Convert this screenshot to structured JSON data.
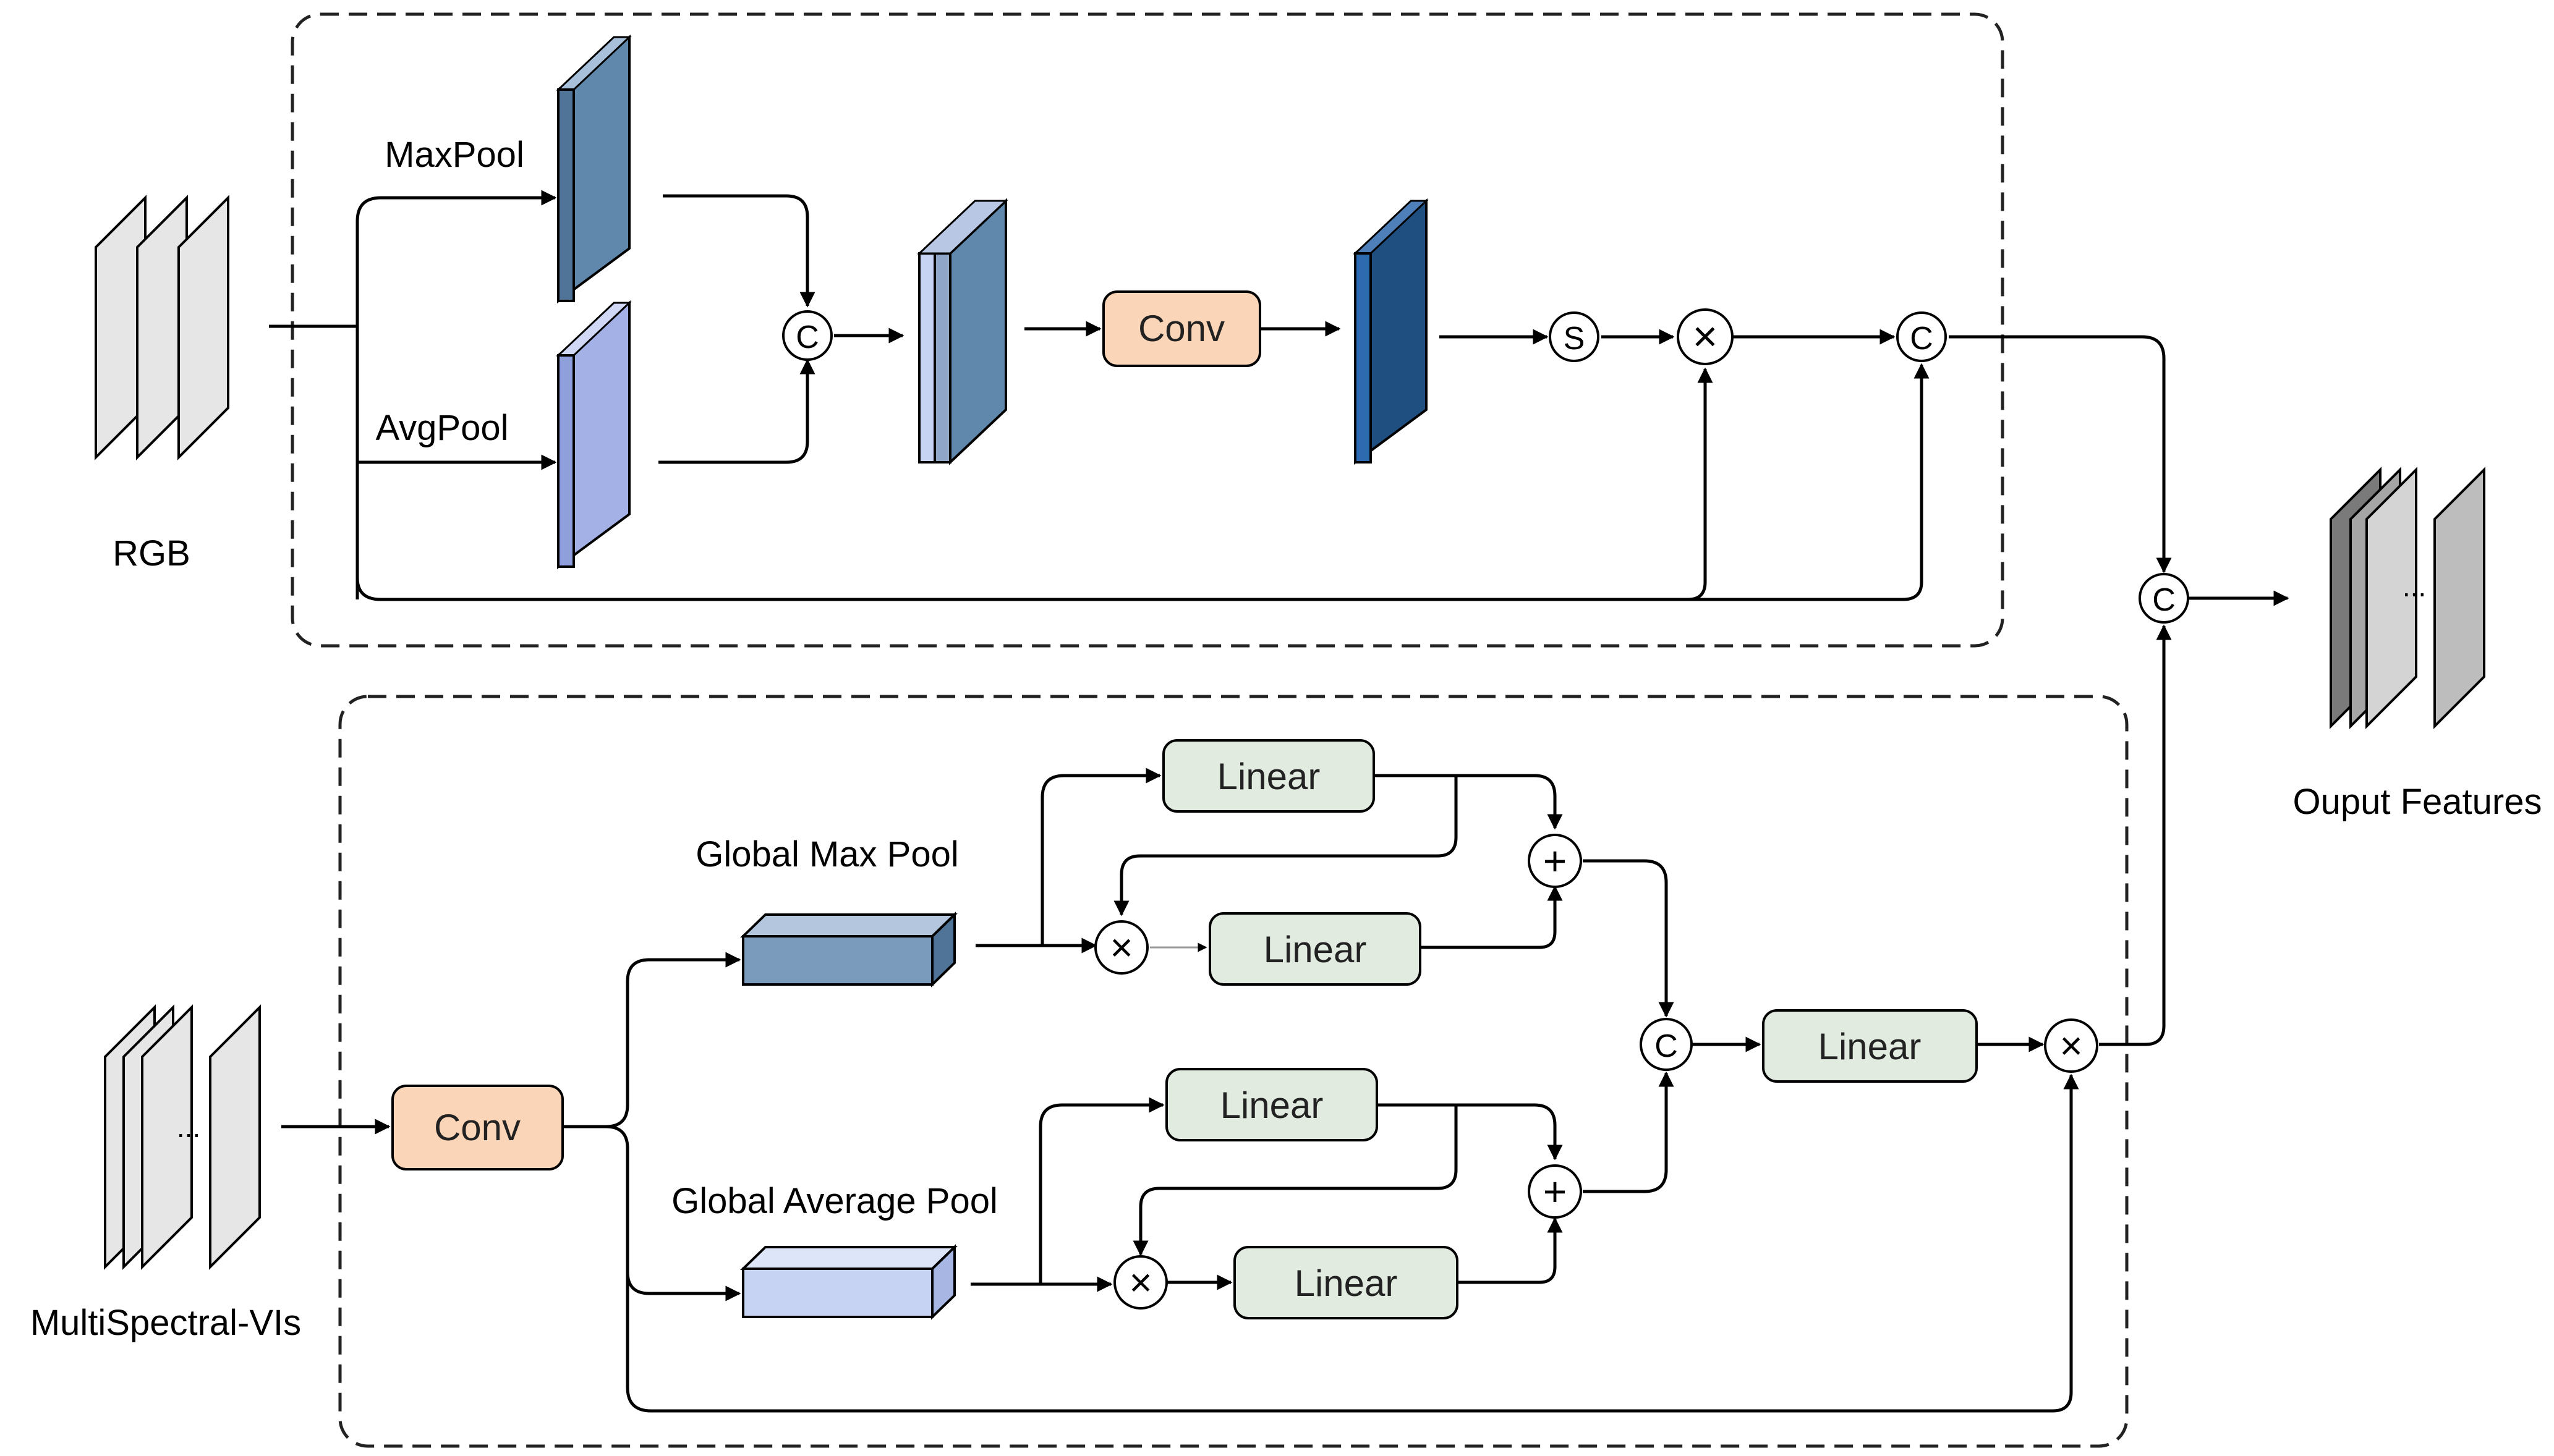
{
  "labels": {
    "rgb": "RGB",
    "multispectral": "MultiSpectral-VIs",
    "maxpool": "MaxPool",
    "avgpool": "AvgPool",
    "global_max_pool": "Global Max Pool",
    "global_avg_pool": "Global Average Pool",
    "output_features": "Ouput Features",
    "ellipsis": "..."
  },
  "blocks": {
    "conv_rgb": "Conv",
    "conv_ms": "Conv",
    "linear_max_top": "Linear",
    "linear_max_bottom": "Linear",
    "linear_avg_top": "Linear",
    "linear_avg_bottom": "Linear",
    "linear_fusion": "Linear"
  },
  "operators": {
    "concat": "C",
    "sigmoid": "S",
    "multiply": "×",
    "add": "+"
  },
  "colors": {
    "conv_fill": "#fbd5b8",
    "linear_fill": "#e1ebe0",
    "maxpool_feature": "#6088ad",
    "avgpool_feature": "#a3b1e6",
    "conv_output_feature": "#1f4e80",
    "global_max_feature": "#7b9bbd",
    "global_avg_feature": "#c7d3f2",
    "input_stack": "#e6e6e6",
    "output_stack_dark": "#7a7a7a",
    "output_stack_light": "#d4d4d4"
  }
}
